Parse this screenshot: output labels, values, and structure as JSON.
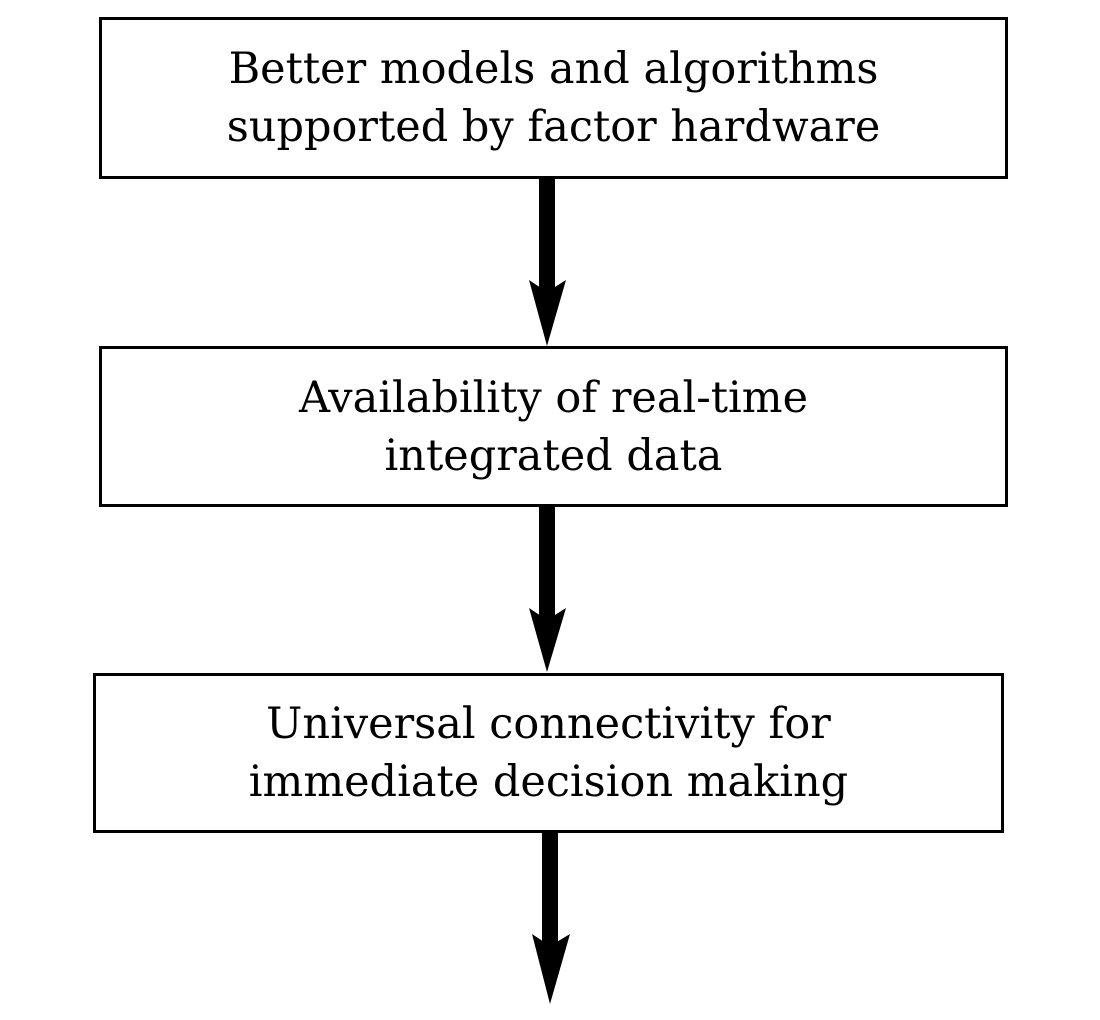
{
  "diagram": {
    "type": "flowchart",
    "direction": "top-to-bottom",
    "colors": {
      "stroke": "#000000",
      "fill": "#ffffff",
      "text": "#000000"
    },
    "boxes": [
      {
        "id": "box-1",
        "lines": [
          "Better models and algorithms",
          "supported by factor hardware"
        ]
      },
      {
        "id": "box-2",
        "lines": [
          "Availability of real-time",
          "integrated data"
        ]
      },
      {
        "id": "box-3",
        "lines": [
          "Universal connectivity for",
          "immediate decision making"
        ]
      }
    ],
    "arrows": [
      {
        "from": "box-1",
        "to": "box-2"
      },
      {
        "from": "box-2",
        "to": "box-3"
      },
      {
        "from": "box-3",
        "to": ""
      }
    ]
  }
}
